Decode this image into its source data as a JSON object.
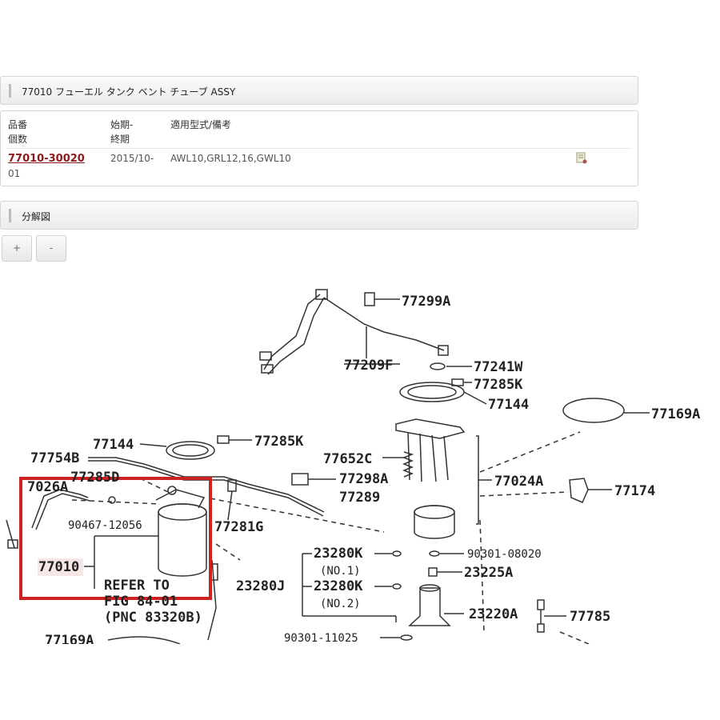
{
  "part_header": {
    "title": "77010 フューエル タンク ベント チューブ ASSY"
  },
  "parts_table": {
    "headers": {
      "col1": [
        "品番",
        "個数"
      ],
      "col2": [
        "始期-",
        "終期"
      ],
      "col3": "適用型式/備考"
    },
    "rows": [
      {
        "part_no": "77010-30020",
        "qty": "01",
        "start": "2015/10-",
        "models": "AWL10,GRL12,16,GWL10"
      }
    ]
  },
  "diagram_header": {
    "title": "分解図"
  },
  "zoom": {
    "in_label": "+",
    "out_label": "-"
  },
  "diagram": {
    "labels": {
      "l77299A": "77299A",
      "l77209F": "77209F",
      "l77241W": "77241W",
      "l77285K_top": "77285K",
      "l77144_top": "77144",
      "l77169A_right": "77169A",
      "l77144_left": "77144",
      "l77285K_left": "77285K",
      "l77754B": "77754B",
      "l77285D": "77285D",
      "l77026A": "7026A",
      "l90467": "90467-12056",
      "l77010": "77010",
      "refer1": "REFER TO",
      "refer2": "FIG 84-01",
      "refer3": "(PNC 83320B)",
      "l77652C": "77652C",
      "l77298A": "77298A",
      "l77289": "77289",
      "l77024A": "77024A",
      "l77174": "77174",
      "l77281G": "77281G",
      "l23280K1": "23280K",
      "no1": "(NO.1)",
      "l23280J": "23280J",
      "l23280K2": "23280K",
      "no2": "(NO.2)",
      "l90301_08020": "90301-08020",
      "l23225A": "23225A",
      "l23220A": "23220A",
      "l77785": "77785",
      "l90301_11025": "90301-11025",
      "l77169A_bottom": "77169A"
    },
    "highlight_color": "#cc2222"
  }
}
